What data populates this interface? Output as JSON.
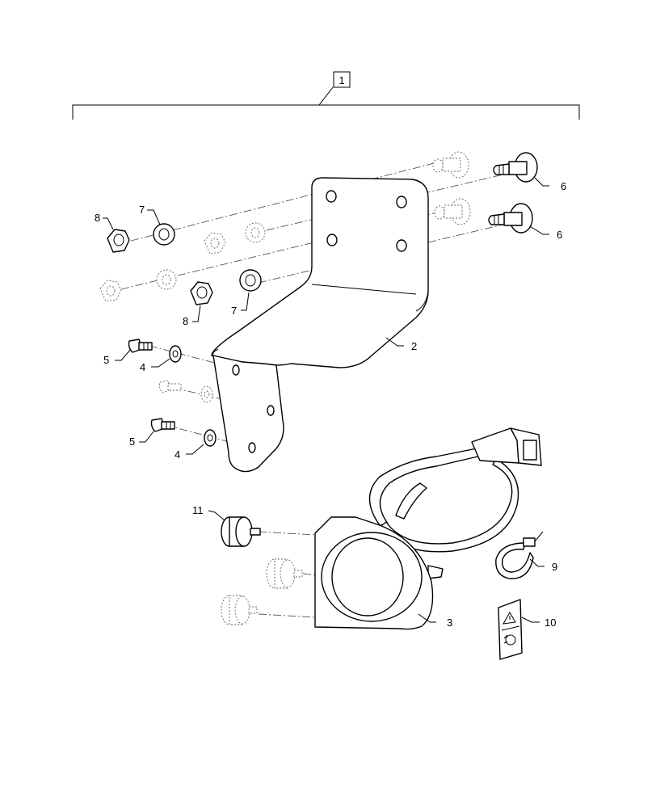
{
  "assembly_label": "1",
  "callouts": {
    "c2": "2",
    "c3": "3",
    "c4a": "4",
    "c4b": "4",
    "c5a": "5",
    "c5b": "5",
    "c6a": "6",
    "c6b": "6",
    "c7a": "7",
    "c7b": "7",
    "c8a": "8",
    "c8b": "8",
    "c9": "9",
    "c10": "10",
    "c11": "11"
  }
}
